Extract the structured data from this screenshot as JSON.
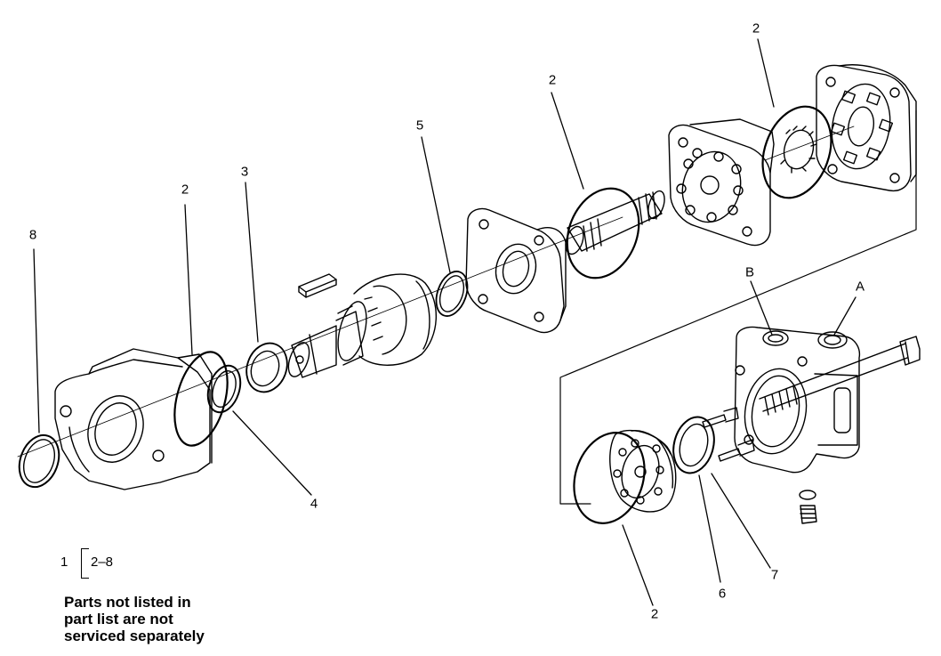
{
  "callouts": {
    "c8": "8",
    "c2_left": "2",
    "c3": "3",
    "c4": "4",
    "c5": "5",
    "c2_mid": "2",
    "c2_top": "2",
    "cB": "B",
    "cA": "A",
    "c6": "6",
    "c7": "7",
    "c2_bottom": "2"
  },
  "kit": {
    "main": "1",
    "range": "2–8"
  },
  "note": {
    "line1": "Parts not listed in",
    "line2": "part list are not",
    "line3": "serviced separately"
  },
  "colors": {
    "ink": "#000000",
    "paper": "#ffffff"
  }
}
